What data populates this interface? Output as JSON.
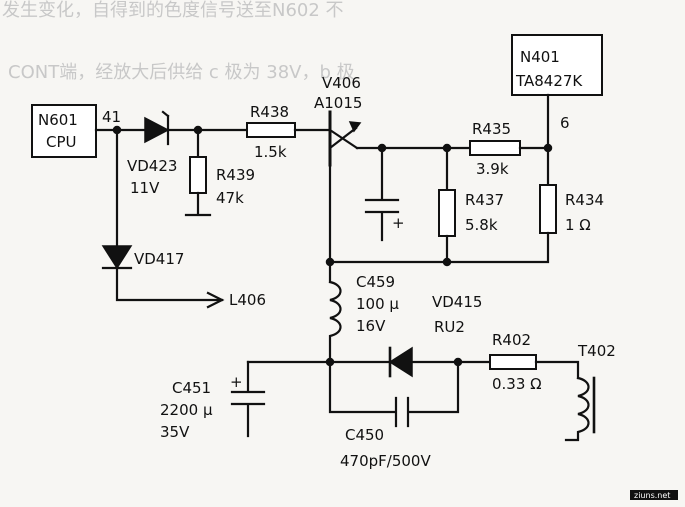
{
  "background_text": {
    "top_line": "发生变化，自得到的色度信号送至N602 不",
    "second_line": "CONT端，经放大后供给 c 极为 38V，b 极"
  },
  "blocks": {
    "cpu": {
      "name": "N601",
      "label": "CPU",
      "pin": "41"
    },
    "ic": {
      "name": "N401",
      "label": "TA8427K",
      "pin": "6"
    }
  },
  "components": {
    "vd423": {
      "ref": "VD423",
      "value": "11V"
    },
    "r438": {
      "ref": "R438",
      "value": "1.5k"
    },
    "r439": {
      "ref": "R439",
      "value": "47k"
    },
    "v406": {
      "ref": "V406",
      "value": "A1015"
    },
    "r435": {
      "ref": "R435",
      "value": "3.9k"
    },
    "r437": {
      "ref": "R437",
      "value": "5.8k"
    },
    "r434": {
      "ref": "R434",
      "value": "1 Ω"
    },
    "vd417": {
      "ref": "VD417"
    },
    "l406": {
      "ref": "L406"
    },
    "c459": {
      "ref": "C459",
      "value": "100 μ",
      "voltage": "16V"
    },
    "vd415": {
      "ref": "VD415",
      "value": "RU2"
    },
    "r402": {
      "ref": "R402",
      "value": "0.33 Ω"
    },
    "t402": {
      "ref": "T402"
    },
    "c451": {
      "ref": "C451",
      "value": "2200 μ",
      "voltage": "35V"
    },
    "c450": {
      "ref": "C450",
      "value": "470pF/500V"
    }
  },
  "watermark": "ziuns.net"
}
